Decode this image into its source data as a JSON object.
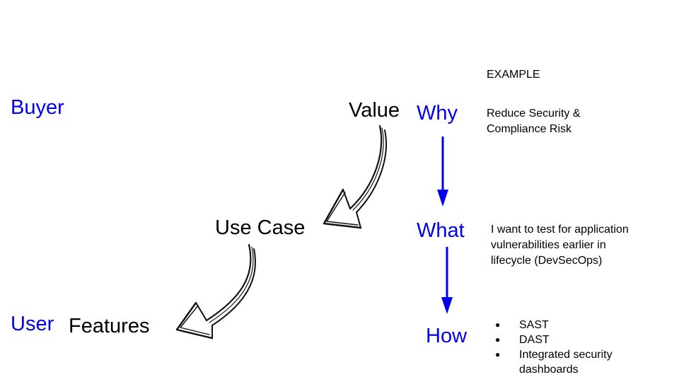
{
  "left_labels": {
    "buyer": "Buyer",
    "user": "User"
  },
  "chain": {
    "value": "Value",
    "use_case": "Use Case",
    "features": "Features"
  },
  "flow": {
    "why": "Why",
    "what": "What",
    "how": "How"
  },
  "example": {
    "heading": "EXAMPLE",
    "why_text_line1": "Reduce Security &",
    "why_text_line2": "Compliance Risk",
    "what_text_line1": "I want to test for application",
    "what_text_line2": "vulnerabilities earlier in",
    "what_text_line3": "lifecycle (DevSecOps)",
    "how_items": [
      "SAST",
      "DAST",
      "Integrated security dashboards"
    ]
  },
  "colors": {
    "accent": "#0000ee",
    "text": "#000000"
  },
  "icons": [
    "hand-drawn-curved-arrow-icon",
    "blue-down-arrow-icon"
  ]
}
